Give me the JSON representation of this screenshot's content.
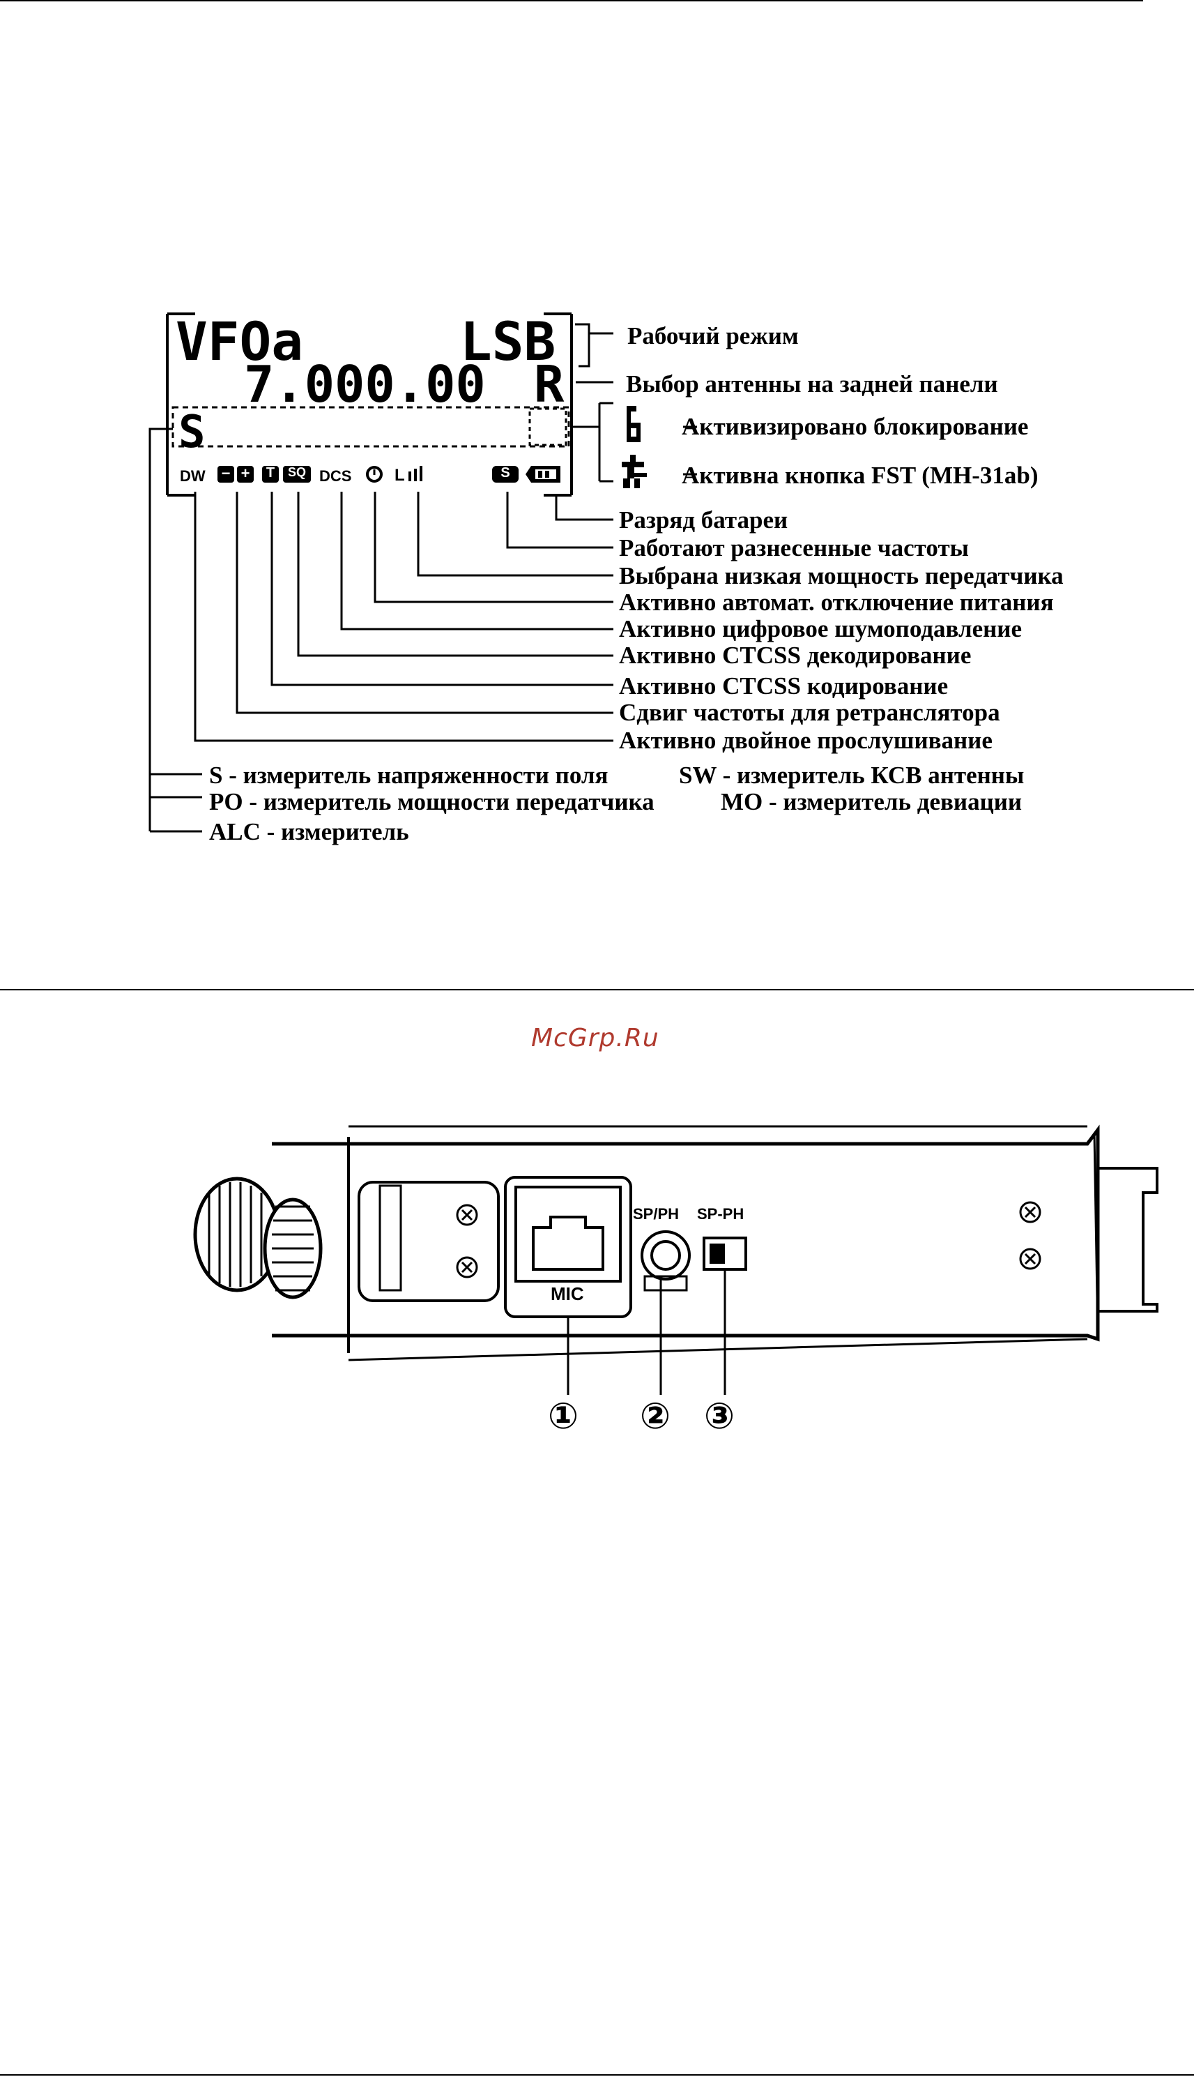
{
  "watermark": "McGrp.Ru",
  "display": {
    "mode_name": "VFOa",
    "mode": "LSB",
    "frequency": "7.000.00",
    "antenna": "R",
    "meter": "S",
    "icons": {
      "dw": "DW",
      "minus": "−",
      "plus": "+",
      "tone": "T",
      "sq": "SQ",
      "dcs": "DCS",
      "low": "L",
      "split": "S"
    }
  },
  "callouts": {
    "operating_mode": "Рабочий режим",
    "rear_antenna": "Выбор антенны на задней панели",
    "lock": "Активизировано блокирование",
    "fst": "Активна кнопка FST (MH-31ab)",
    "battery": "Разряд батареи",
    "split": "Работают разнесенные частоты",
    "low_power": "Выбрана низкая мощность передатчика",
    "apo": "Активно автомат. отключение питания",
    "dsq": "Активно цифровое шумоподавление",
    "ctcss_dec": "Активно CTCSS декодирование",
    "ctcss_enc": "Активно CTCSS кодирование",
    "shift": "Сдвиг частоты для ретранслятора",
    "dual_watch": "Активно двойное прослушивание"
  },
  "meters": {
    "s_meter": "S - измеритель напряженности поля",
    "sw_meter": "SW - измеритель КСВ антенны",
    "po_meter": "PO - измеритель мощности передатчика",
    "mo_meter": "MO - измеритель девиации",
    "alc_meter": "ALC - измеритель"
  },
  "radio_side": {
    "mic_label": "MIC",
    "sp_ph_jack": "SP/PH",
    "sp_ph_switch": "SP-PH",
    "markers": [
      "①",
      "②",
      "③"
    ]
  },
  "icons": [
    "lock-icon",
    "fst-key-icon",
    "battery-icon",
    "clock-icon",
    "screw-icon",
    "rj45-jack-icon"
  ]
}
